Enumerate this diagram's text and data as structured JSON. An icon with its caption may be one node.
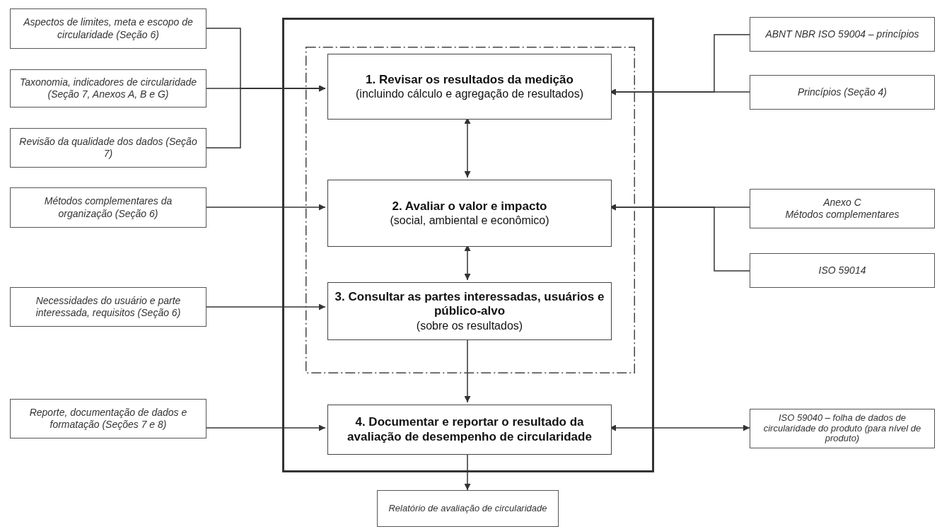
{
  "diagram": {
    "nodes": [
      {
        "text": [
          "Aspectos de limites, meta e escopo de circularidade (Seção 6)"
        ]
      },
      {
        "text": [
          "Taxonomia, indicadores de circularidade (Seção 7, Anexos A, B e G)"
        ]
      },
      {
        "text": [
          "Revisão da qualidade dos dados (Seção 7)"
        ]
      },
      {
        "text": [
          "Métodos complementares da organização (Seção 6)"
        ]
      },
      {
        "text": [
          "Necessidades do usuário e parte interessada, requisitos (Seção 6)"
        ]
      },
      {
        "text": [
          "Reporte, documentação de dados e formatação (Seções 7 e 8)"
        ]
      },
      {
        "text": [],
        "shape": "box"
      },
      {
        "text": [],
        "shape": "box",
        "in": 6
      },
      {
        "text": [
          "1. Revisar os resultados da medição",
          "(incluindo cálculo e agregação de resultados)"
        ],
        "in": 7
      },
      {
        "text": [
          "2. Avaliar o valor e impacto",
          "(social, ambiental e econômico)"
        ],
        "in": 7
      },
      {
        "text": [
          "3. Consultar as partes interessadas, usuários e público-alvo",
          "(sobre os resultados)"
        ],
        "in": 7
      },
      {
        "text": [
          "4. Documentar e reportar o resultado da avaliação de desempenho de circularidade"
        ],
        "in": 6
      },
      {
        "text": [
          "ABNT NBR ISO 59004 – princípios"
        ]
      },
      {
        "text": [
          "Princípios (Seção 4)"
        ]
      },
      {
        "text": [
          "Anexo C",
          "Métodos complementares"
        ]
      },
      {
        "text": [
          "ISO 59014"
        ]
      },
      {
        "text": [
          "ISO 59040 – folha de dados de circularidade do produto (para nível de produto)"
        ]
      },
      {
        "text": [
          "Relatório de avaliação de circularidade"
        ]
      }
    ],
    "edges": [
      {
        "from": 0,
        "to": 8,
        "arrow": "to"
      },
      {
        "from": 1,
        "to": 8,
        "arrow": "to"
      },
      {
        "from": 2,
        "to": 8,
        "arrow": "to"
      },
      {
        "from": 3,
        "to": 9,
        "arrow": "to"
      },
      {
        "from": 4,
        "to": 10,
        "arrow": "to"
      },
      {
        "from": 5,
        "to": 11,
        "arrow": "to"
      },
      {
        "from": 12,
        "to": 8,
        "arrow": "to"
      },
      {
        "from": 13,
        "to": 8,
        "arrow": "to"
      },
      {
        "from": 14,
        "to": 9,
        "arrow": "to"
      },
      {
        "from": 15,
        "to": 9,
        "arrow": "to"
      },
      {
        "from": 8,
        "to": 9,
        "arrow": "both"
      },
      {
        "from": 9,
        "to": 10,
        "arrow": "both"
      },
      {
        "from": 10,
        "to": 11,
        "arrow": "to"
      },
      {
        "from": 11,
        "to": 16,
        "arrow": "both"
      },
      {
        "from": 11,
        "to": 17,
        "arrow": "to"
      }
    ]
  }
}
